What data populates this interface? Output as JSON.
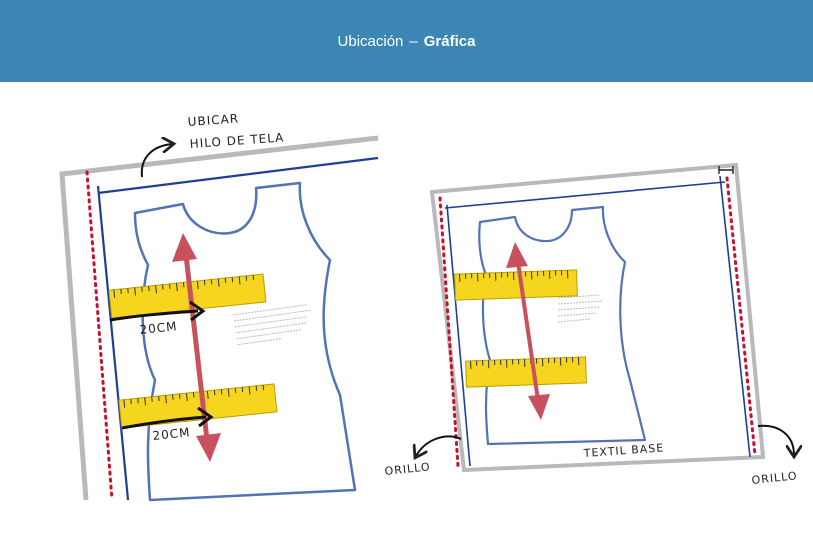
{
  "header": {
    "title": "Ubicación",
    "separator": "–",
    "subtitle": "Gráfica",
    "background": "#3c86b3"
  },
  "left_figure": {
    "annotation_line1": "UBICAR",
    "annotation_line2": "HILO DE TELA",
    "measure_top": "20CM",
    "measure_bottom": "20CM"
  },
  "right_figure": {
    "fabric_label": "TEXTIL BASE",
    "selvage_left": "ORILLO",
    "selvage_right": "ORILLO"
  },
  "colors": {
    "fabric_edge": "#b9b9b9",
    "grain_line": "#1f3f96",
    "selvage_dots": "#c8102e",
    "pattern_outline": "#5173b8",
    "arrow": "#c8515e",
    "ruler": "#f6d51f",
    "ruler_edge": "#b8a000"
  }
}
